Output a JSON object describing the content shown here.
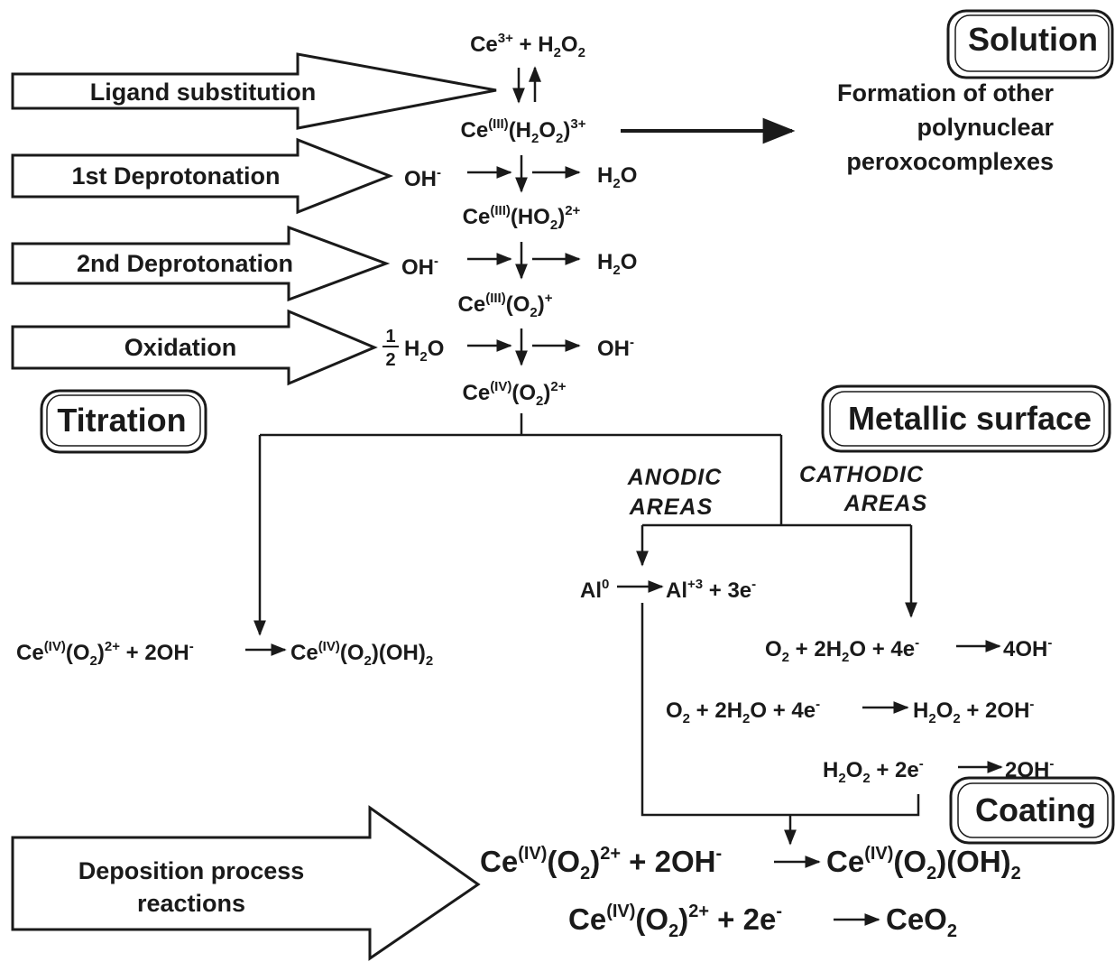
{
  "stages": {
    "ligand_substitution": "Ligand substitution",
    "deprotonation1": "1st Deprotonation",
    "deprotonation2": "2nd  Deprotonation",
    "oxidation": "Oxidation",
    "deposition_line1": "Deposition process",
    "deposition_line2": "reactions"
  },
  "boxes": {
    "solution": "Solution",
    "titration": "Titration",
    "metallic_surface": "Metallic surface",
    "coating": "Coating"
  },
  "solution_note": {
    "line1": "Formation of other",
    "line2": "polynuclear",
    "line3": "peroxocomplexes"
  },
  "areas": {
    "anodic_line1": "ANODIC",
    "anodic_line2": "AREAS",
    "cathodic_line1": "CATHODIC",
    "cathodic_line2": "AREAS"
  },
  "species": {
    "reactants": "Ce3+ + H2O2",
    "complex1": "Ce(III)(H2O2)3+",
    "complex2": "Ce(III)(HO2)2+",
    "complex3": "Ce(III)(O2)+",
    "complex4": "Ce(IV)(O2)2+",
    "hydroxide_in1": "OH-",
    "water_out1": "H2O",
    "hydroxide_in2": "OH-",
    "water_out2": "H2O",
    "half_water_in": "1/2 H2O",
    "hydroxide_out": "OH-"
  },
  "reactions": {
    "titration": "Ce(IV)(O2)2+ + 2OH- → Ce(IV)(O2)(OH)2",
    "anodic": "Al0 → Al+3 + 3e-",
    "cathodic1": "O2 + 2H2O + 4e- → 4OH-",
    "cathodic2": "O2 + 2H2O + 4e- → H2O2 + 2OH-",
    "cathodic3": "H2O2 + 2e- → 2OH-",
    "deposition1": "Ce(IV)(O2)2+ + 2OH- → Ce(IV)(O2)(OH)2",
    "deposition2": "Ce(IV)(O2)2+ + 2e- → CeO2"
  }
}
